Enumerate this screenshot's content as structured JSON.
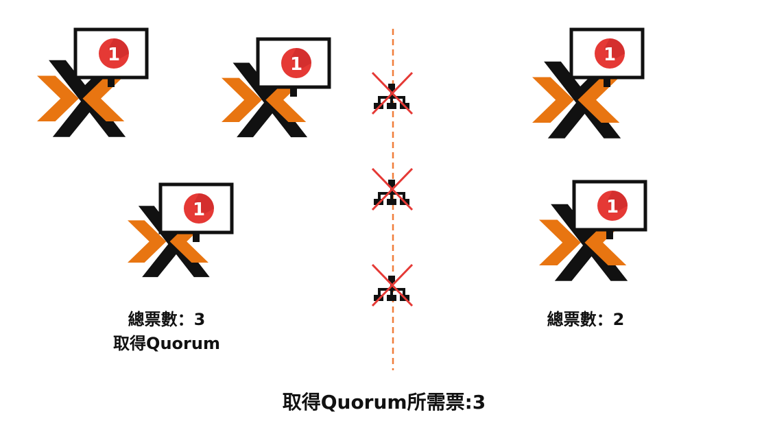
{
  "left_group": {
    "vote_total": "總票數：3",
    "quorum_status": "取得Quorum"
  },
  "right_group": {
    "vote_total": "總票數：2"
  },
  "node_vote_badge": "1",
  "footer": {
    "quorum_requirement": "取得Quorum所需票:3"
  },
  "icons": {
    "node": "proxmox-logo-icon",
    "monitor": "monitor-icon",
    "badge": "vote-badge-icon",
    "network": "network-switch-icon",
    "failure": "red-x-icon",
    "partition": "network-partition-line"
  },
  "colors": {
    "orange": "#E87511",
    "black": "#111111",
    "badge_red": "#E53935",
    "failure_red": "#E53935",
    "partition_line": "#F07D3A"
  }
}
